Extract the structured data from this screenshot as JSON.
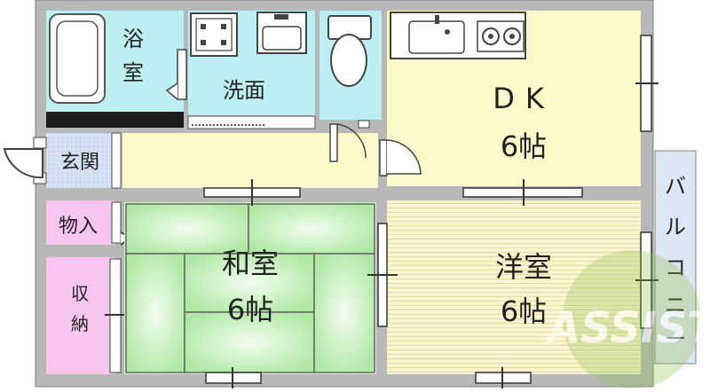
{
  "rooms": {
    "bath": "浴室",
    "washroom": "洗面",
    "dk_name": "DK",
    "dk_size": "6帖",
    "entrance": "玄関",
    "storage": "物入",
    "closet_top": "収",
    "closet_bottom": "納",
    "washitsu_name": "和室",
    "washitsu_size": "6帖",
    "youshitsu_name": "洋室",
    "youshitsu_size": "6帖",
    "balcony": [
      "バ",
      "ル",
      "コ",
      "ニ",
      "ー"
    ]
  },
  "watermark": "ASSIST",
  "colors": {
    "bath": "#bdeef2",
    "wash": "#bdeef2",
    "toilet": "#bdeef2",
    "dk": "#fbfacb",
    "hall": "#fbfacb",
    "entrance_tile": "#d8e4f4",
    "storage": "#f7c6ee",
    "washitsu": "#bff0b6",
    "youshitsu": "#fbf5cf",
    "balcony": "#dde6f2",
    "wall": "#8a8a8a"
  }
}
